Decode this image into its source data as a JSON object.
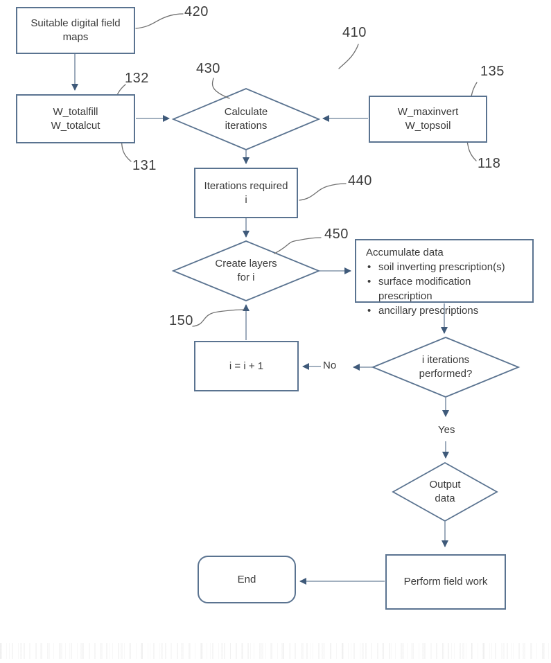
{
  "diagram": {
    "nodes": {
      "maps": {
        "line1": "Suitable digital field",
        "line2": "maps"
      },
      "weights_left": {
        "line1": "W_totalfill",
        "line2": "W_totalcut"
      },
      "calc_iterations": {
        "line1": "Calculate",
        "line2": "iterations"
      },
      "weights_right": {
        "line1": "W_maxinvert",
        "line2": "W_topsoil"
      },
      "iterations_required": {
        "line1": "Iterations required",
        "line2": "i"
      },
      "create_layers": {
        "line1": "Create layers",
        "line2": "for i"
      },
      "accumulate": {
        "title": "Accumulate data",
        "bullet_char": "•",
        "bullets": [
          "soil inverting prescription(s)",
          "surface modification prescription",
          "ancillary prescriptions"
        ]
      },
      "iterations_performed": {
        "line1": "i iterations",
        "line2": "performed?"
      },
      "increment": {
        "label": "i = i + 1"
      },
      "output_data": {
        "line1": "Output",
        "line2": "data"
      },
      "perform_field_work": {
        "label": "Perform field work"
      },
      "end": {
        "label": "End"
      }
    },
    "edge_labels": {
      "no": "No",
      "yes": "Yes"
    },
    "ref_labels": {
      "fig": "410",
      "maps": "420",
      "calc": "430",
      "iterations": "440",
      "layers": "450",
      "increment": "150",
      "totalfill": "132",
      "totalcut": "131",
      "maxinvert": "135",
      "topsoil": "118"
    },
    "colors": {
      "shape_stroke": "#5a7390",
      "connector": "#8495aa",
      "arrowhead": "#3f5a7a",
      "leader_line": "#6e6e6e",
      "text": "#3a3a3a",
      "background": "#ffffff"
    }
  }
}
